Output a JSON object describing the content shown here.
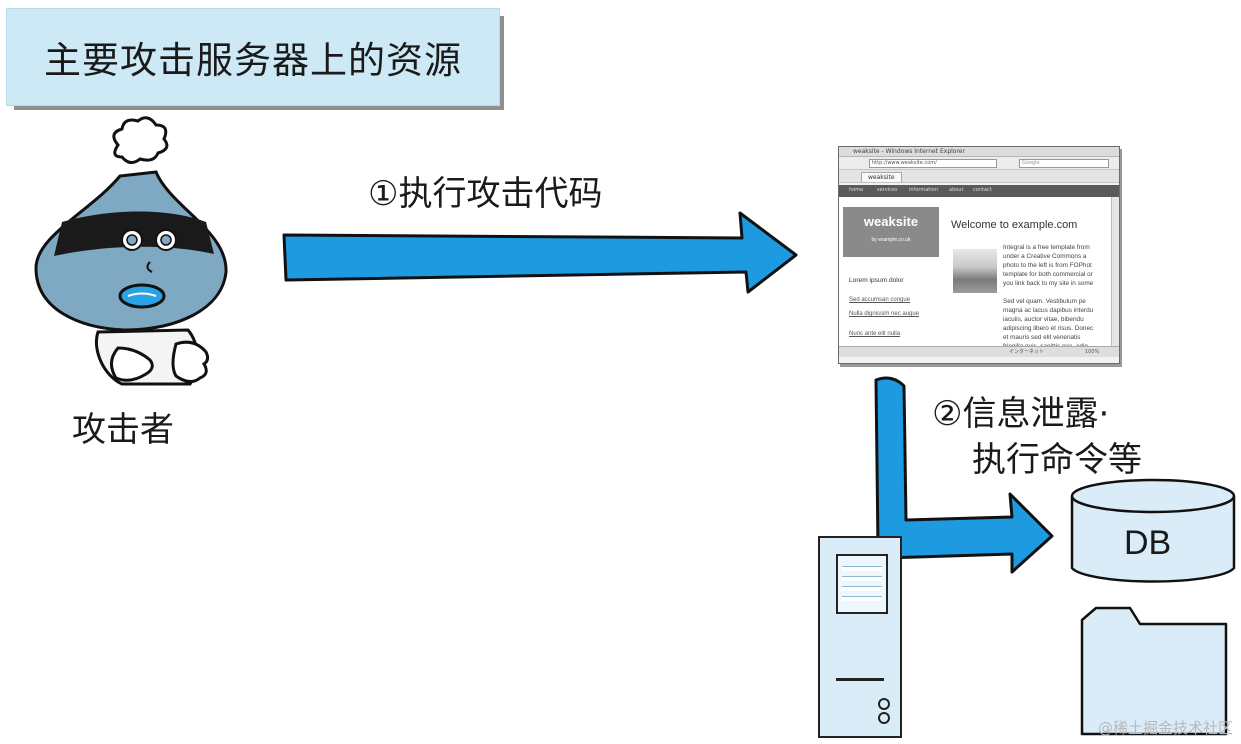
{
  "title": "主要攻击服务器上的资源",
  "attacker": {
    "label": "攻击者"
  },
  "steps": {
    "step1": "①执行攻击代码",
    "step2_line1": "②信息泄露·",
    "step2_line2": "执行命令等"
  },
  "db": {
    "label": "DB"
  },
  "browser": {
    "window_title": "weaksite - Windows Internet Explorer",
    "address": "http://www.weaksite.com/",
    "search_placeholder": "Google",
    "tab_label": "weaksite",
    "nav_items": [
      "home",
      "services",
      "information",
      "about",
      "contact"
    ],
    "logo_text": "weaksite",
    "logo_subtext": "by example.co.uk",
    "welcome": "Welcome to example.com",
    "intro_lines": [
      "Integral is a free template from",
      "under a Creative Commons a",
      "photo to the left is from FOPhot",
      "template for both commercial or",
      "you link back to my site in some"
    ],
    "body_lines": [
      "Sed vel quam. Vestibulum pe",
      "magna ac lacus dapibus interdu",
      "iaculis, auctor vitae, bibendu",
      "adipiscing libero et risus. Donec",
      "et mauris sed elit venenatis",
      "fringilla quis, sagittis nec, adip"
    ],
    "sidebar_heading": "Lorem ipsum dolor",
    "sidebar_links": [
      "Sed accumsan congue",
      "Nulla dignissim nec augue",
      "Nunc ante elit nulla"
    ],
    "status_text": "インターネット",
    "zoom": "100%"
  },
  "watermark": "@稀土掘金技术社区",
  "colors": {
    "arrow": "#1e9be0",
    "title_bg": "#cde9f6",
    "icon_fill": "#d9ecf7",
    "attacker_skin": "#7fa9c2"
  }
}
